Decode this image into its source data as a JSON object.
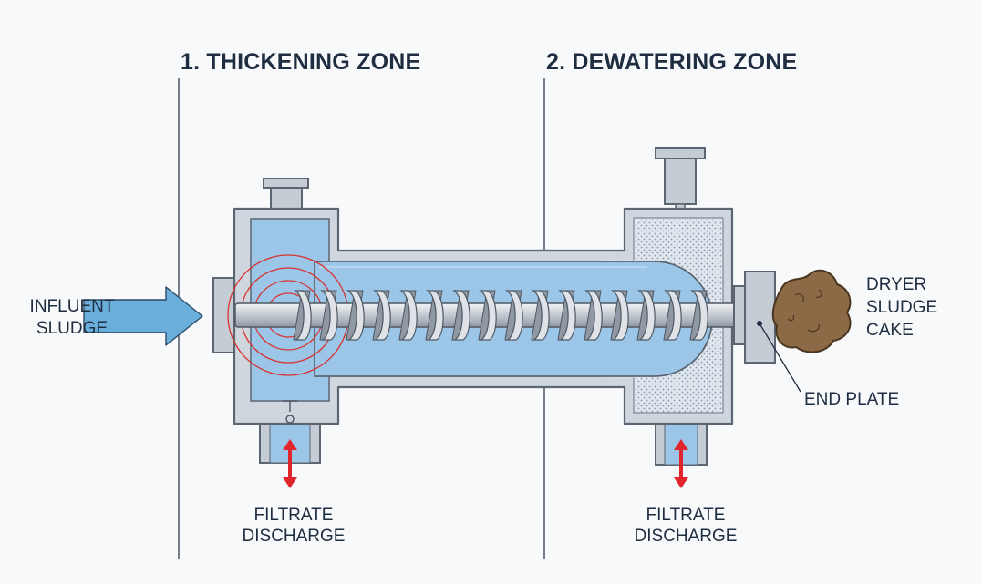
{
  "zones": {
    "thickening_title": "1. THICKENING ZONE",
    "dewatering_title": "2. DEWATERING ZONE"
  },
  "labels": {
    "influent_line1": "INFLUENT",
    "influent_line2": "SLUDGE",
    "cake_line1": "DRYER",
    "cake_line2": "SLUDGE",
    "cake_line3": "CAKE",
    "end_plate": "END PLATE",
    "filtrate_left_line1": "FILTRATE",
    "filtrate_left_line2": "DISCHARGE",
    "filtrate_right_line1": "FILTRATE",
    "filtrate_right_line2": "DISCHARGE"
  },
  "colors": {
    "water": "#9cc6e8",
    "flow_arrow": "#6aaedc",
    "housing": "#cfd6dd",
    "discharge_arrow": "#e0262c",
    "sludge_cake": "#8b6a45",
    "vortex": "#d8322e"
  }
}
